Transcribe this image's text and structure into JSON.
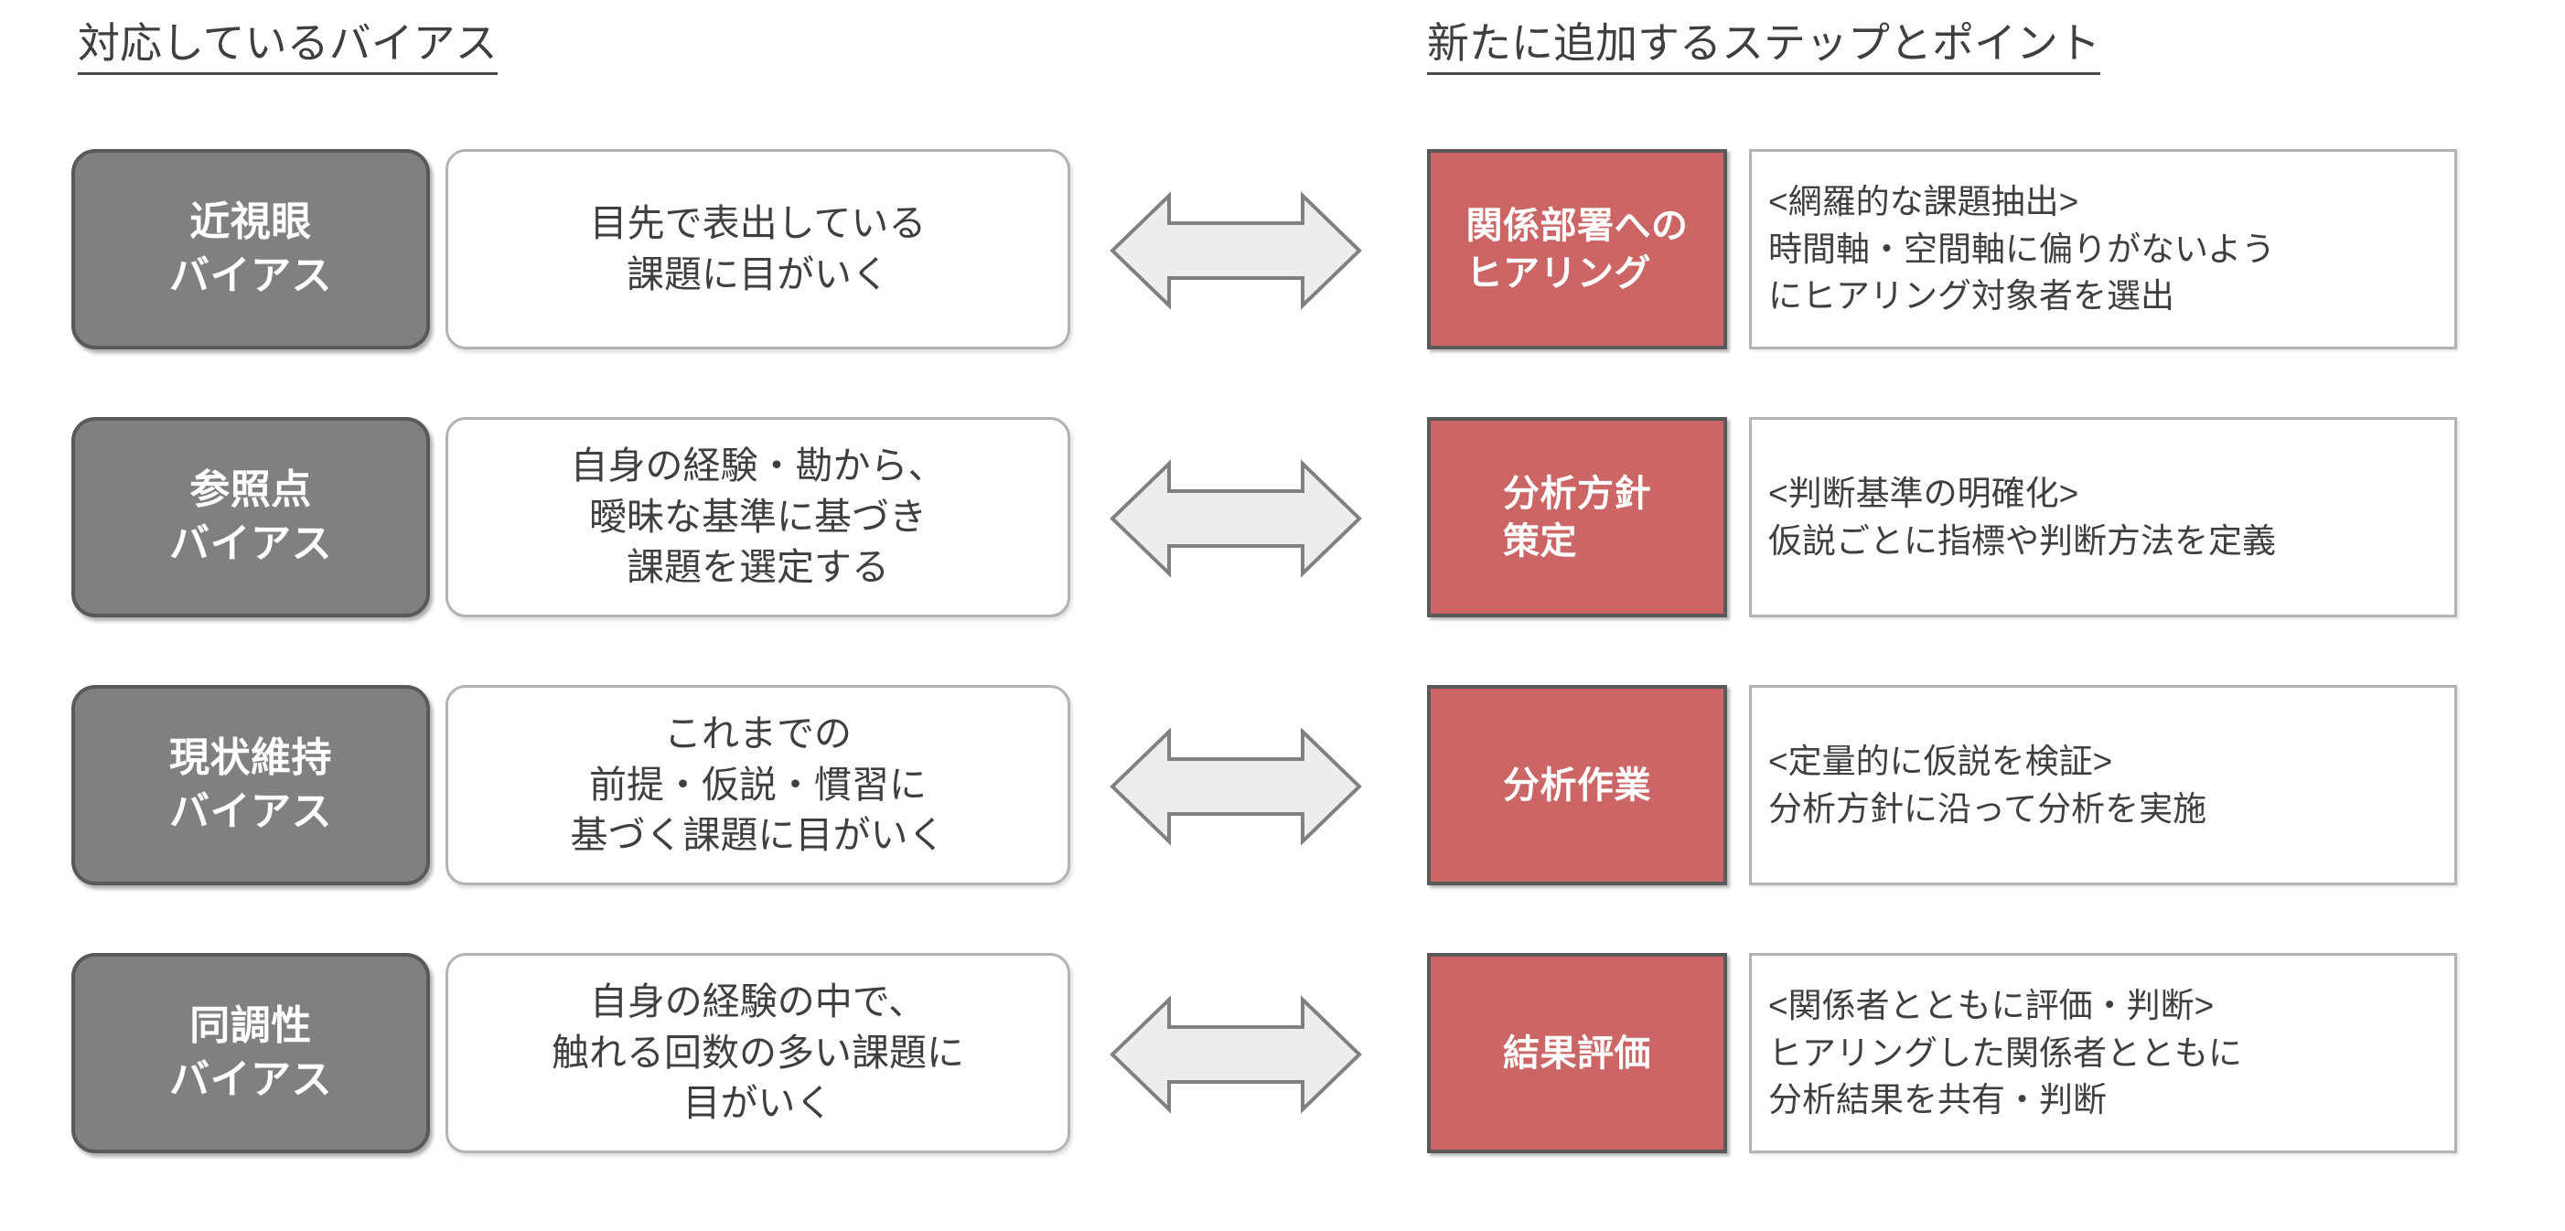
{
  "headers": {
    "left": "対応しているバイアス",
    "right": "新たに追加するステップとポイント"
  },
  "colors": {
    "bias_chip_fill": "#808080",
    "bias_chip_border": "#595959",
    "step_chip_fill": "#cc6666",
    "step_chip_border": "#595959",
    "box_border": "#b3b3b3",
    "arrow_fill": "#ededed",
    "arrow_stroke": "#808080",
    "text": "#3f3f3f",
    "chip_text": "#ffffff"
  },
  "rows": [
    {
      "bias_name": "近視眼\nバイアス",
      "bias_description": "目先で表出している\n課題に目がいく",
      "arrow_icon": "double-arrow-horizontal-icon",
      "step_name": "関係部署への\nヒアリング",
      "step_point": "<網羅的な課題抽出>\n時間軸・空間軸に偏りがないよう\nにヒアリング対象者を選出"
    },
    {
      "bias_name": "参照点\nバイアス",
      "bias_description": "自身の経験・勘から、\n曖昧な基準に基づき\n課題を選定する",
      "arrow_icon": "double-arrow-horizontal-icon",
      "step_name": "分析方針\n策定",
      "step_point": "<判断基準の明確化>\n仮説ごとに指標や判断方法を定義"
    },
    {
      "bias_name": "現状維持\nバイアス",
      "bias_description": "これまでの\n前提・仮説・慣習に\n基づく課題に目がいく",
      "arrow_icon": "double-arrow-horizontal-icon",
      "step_name": "分析作業",
      "step_point": "<定量的に仮説を検証>\n分析方針に沿って分析を実施"
    },
    {
      "bias_name": "同調性\nバイアス",
      "bias_description": "自身の経験の中で、\n触れる回数の多い課題に\n目がいく",
      "arrow_icon": "double-arrow-horizontal-icon",
      "step_name": "結果評価",
      "step_point": "<関係者とともに評価・判断>\nヒアリングした関係者とともに\n分析結果を共有・判断"
    }
  ]
}
